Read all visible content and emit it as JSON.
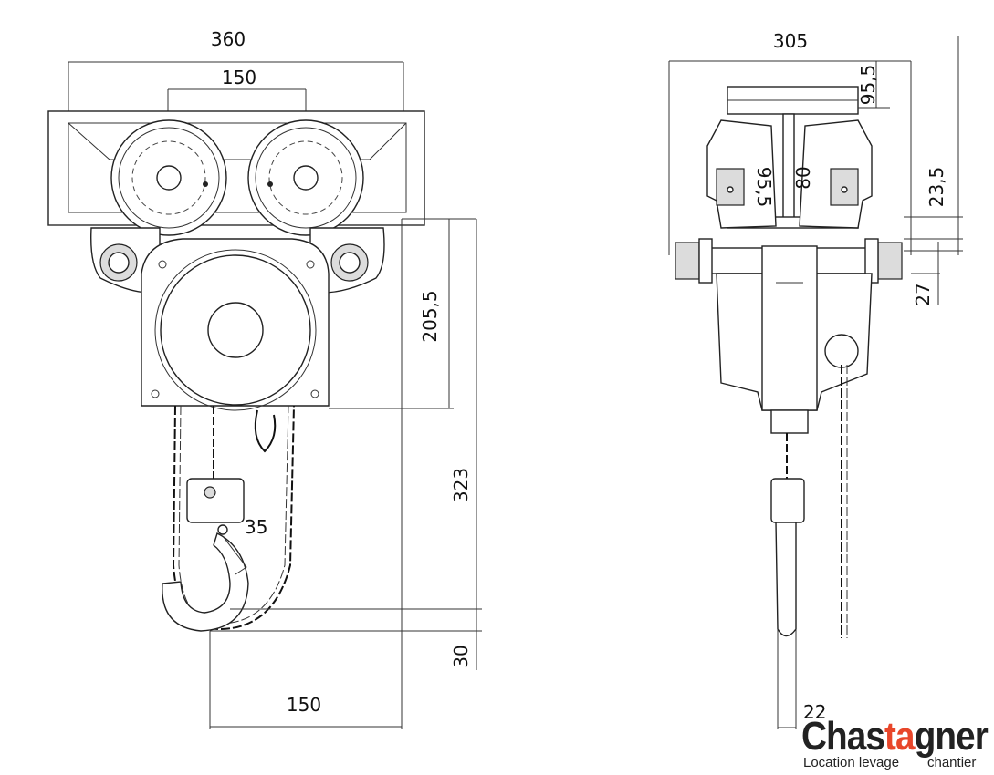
{
  "front_view": {
    "dim_total_width": "360",
    "dim_wheel_spacing": "150",
    "dim_height_upper": "205,5",
    "dim_height_lower": "323",
    "dim_hook_opening": "35",
    "dim_hook_bottom": "30",
    "dim_bottom_width": "150"
  },
  "side_view": {
    "dim_total_width": "305",
    "dim_flange_max": "95,5",
    "dim_flange_inner": "95,5",
    "dim_beam_80": "80",
    "dim_right_23": "23,5",
    "dim_right_27": "27",
    "dim_hook_22": "22"
  },
  "logo": {
    "name_part1": "Chas",
    "name_accent": "ta",
    "name_part2": "gner",
    "tagline_left": "Location levage",
    "tagline_right": "chantier"
  },
  "colors": {
    "accent": "#e8462a",
    "line": "#222222"
  }
}
